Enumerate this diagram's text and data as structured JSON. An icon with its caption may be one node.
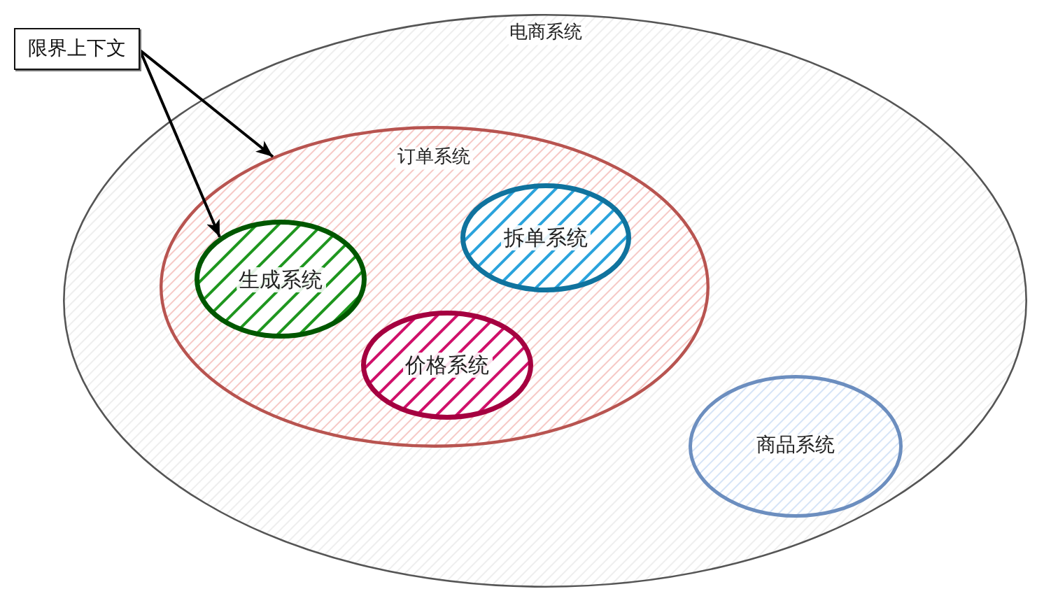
{
  "diagram": {
    "nodes": [
      {
        "text": [
          "限界上下文"
        ]
      },
      {
        "text": [
          "电商系统"
        ]
      },
      {
        "text": [
          "订单系统"
        ],
        "in": 1
      },
      {
        "text": [
          "生成系统"
        ],
        "in": 2
      },
      {
        "text": [
          "拆单系统"
        ],
        "in": 2
      },
      {
        "text": [
          "价格系统"
        ],
        "in": 2
      },
      {
        "text": [
          "商品系统"
        ],
        "in": 1
      }
    ],
    "edges": [
      {
        "from": 0,
        "to": 2,
        "arrow": "to"
      },
      {
        "from": 0,
        "to": 3,
        "arrow": "to"
      }
    ]
  }
}
